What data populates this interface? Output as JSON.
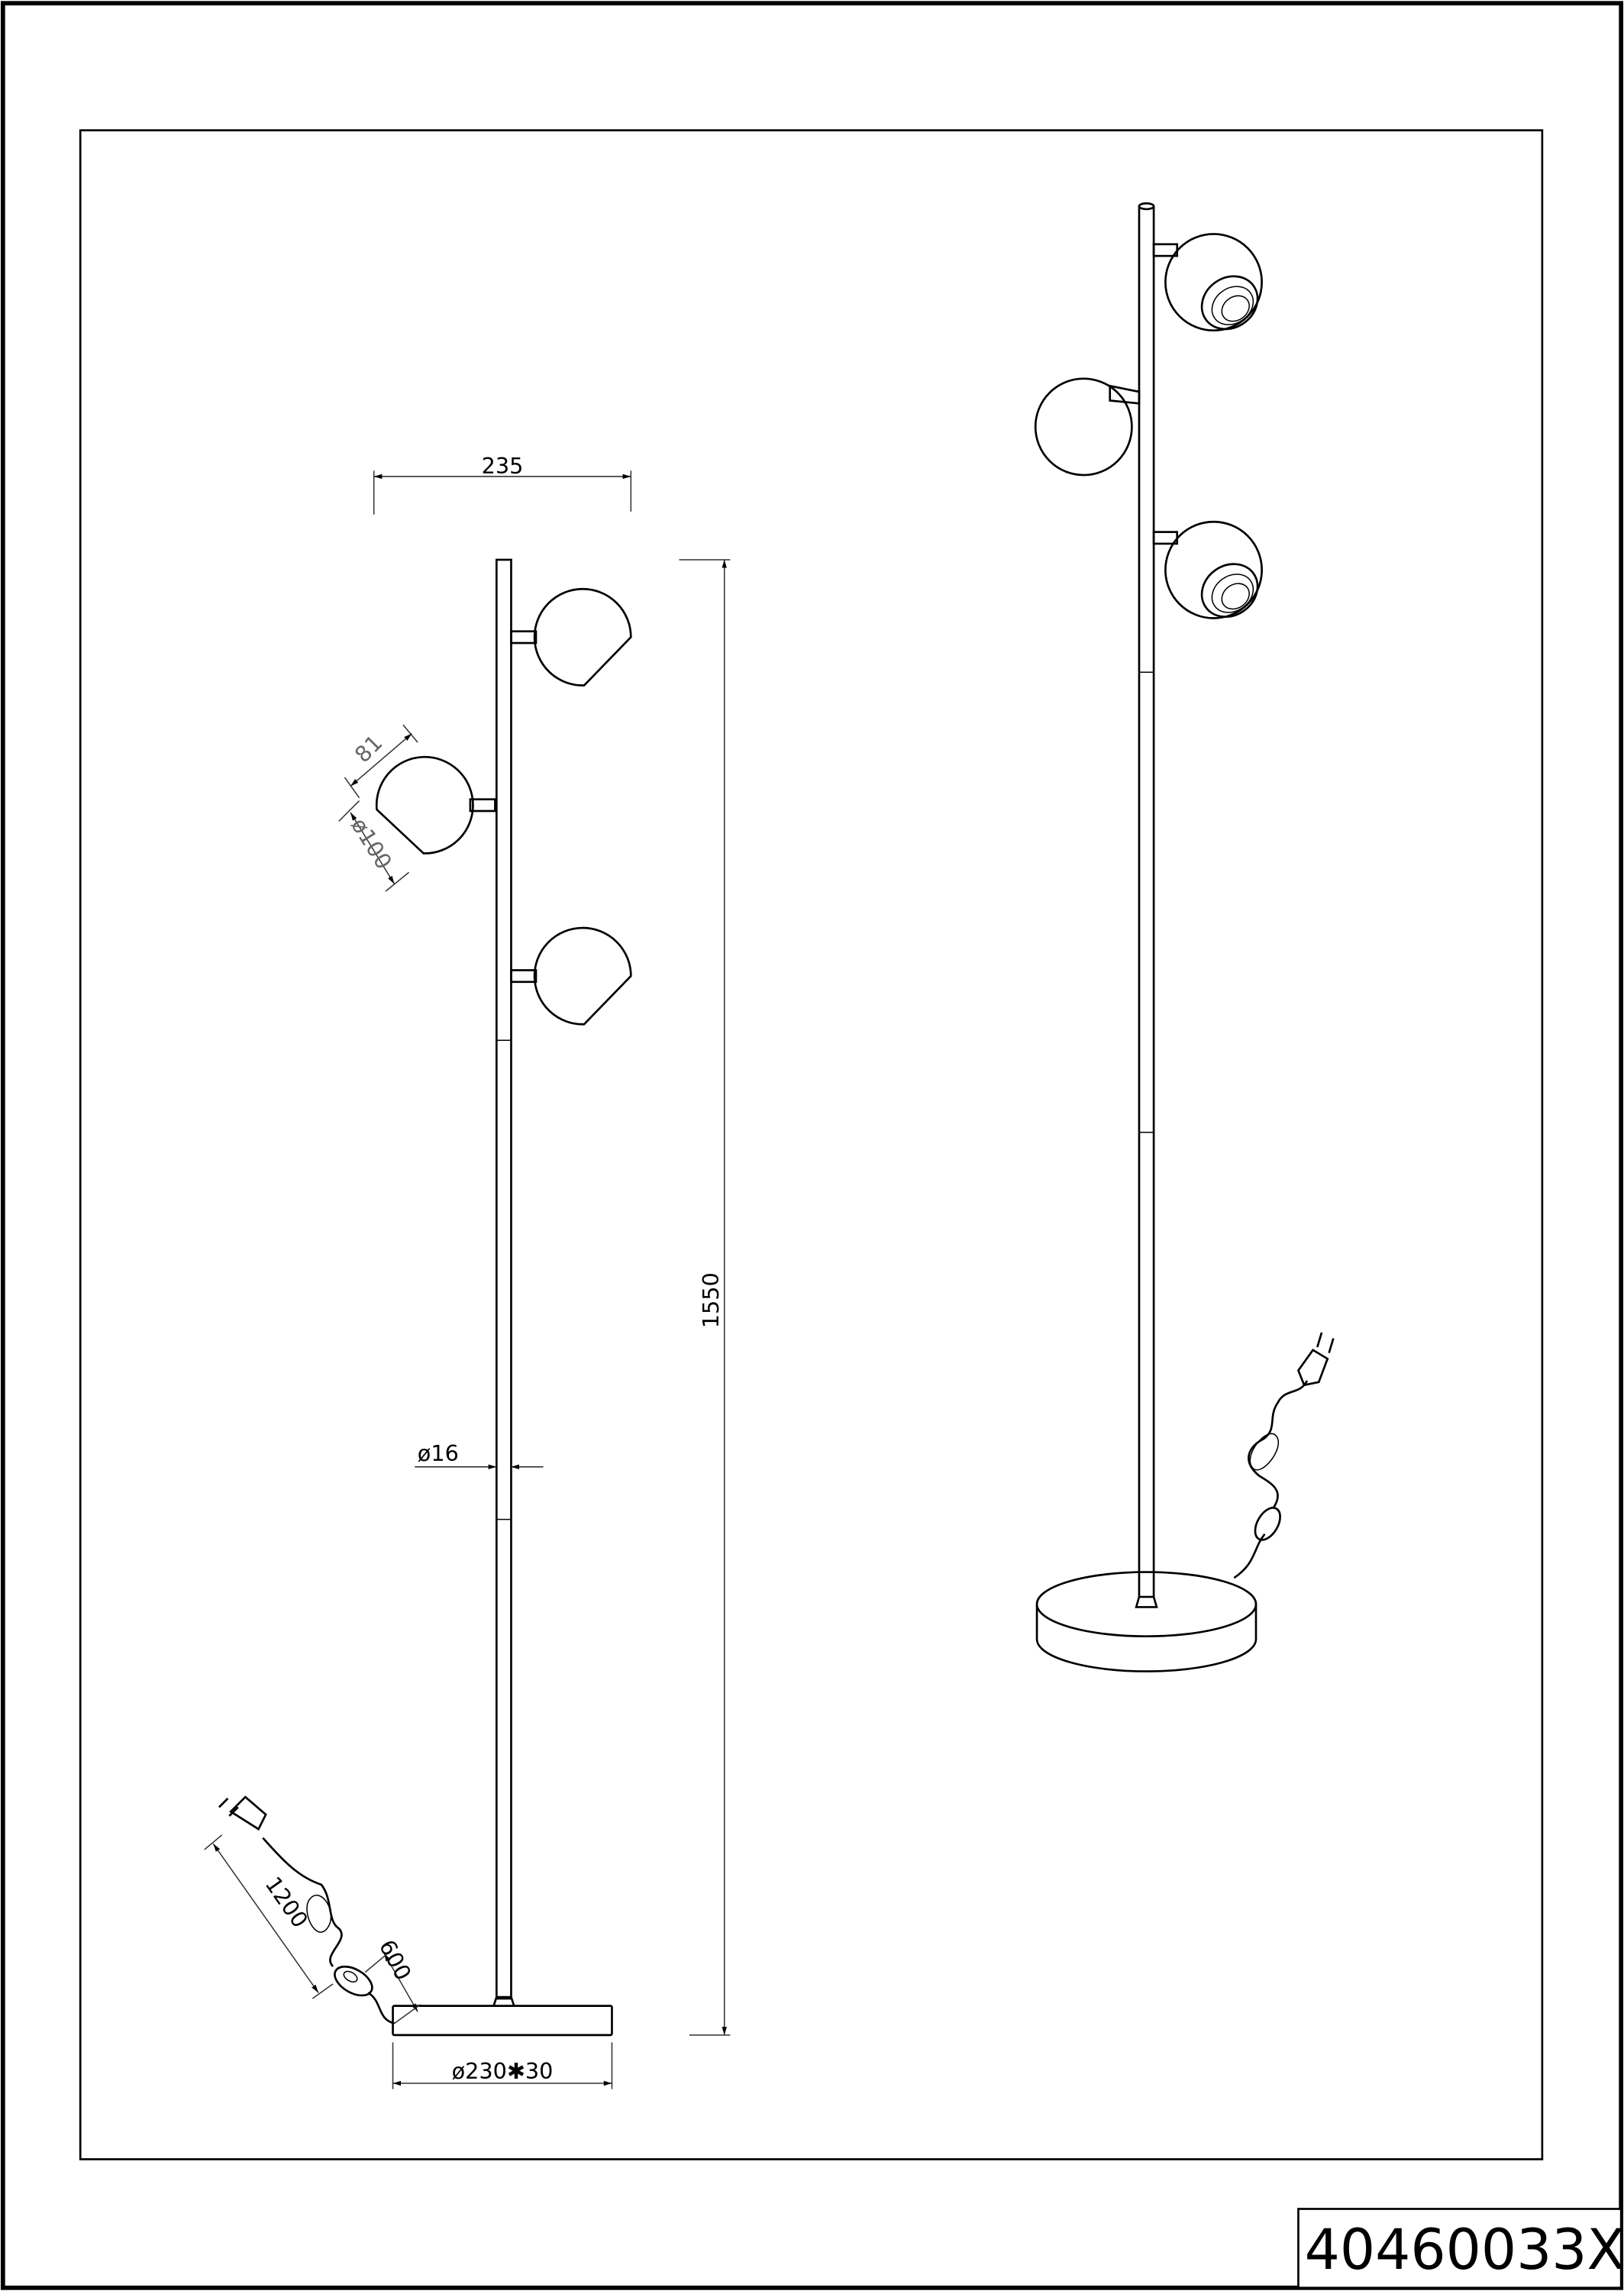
{
  "drawing": {
    "product_code": "40460033X",
    "dimensions": {
      "width": "235",
      "height": "1550",
      "shade_depth": "81",
      "shade_diameter": "ø100",
      "pole_diameter": "ø16",
      "cable_length": "1200",
      "switch_distance": "600",
      "base": "ø230✱30"
    }
  }
}
